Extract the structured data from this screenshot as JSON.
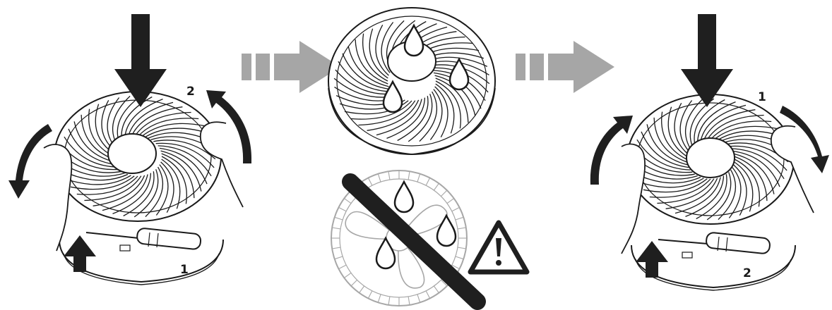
{
  "colors": {
    "ink": "#1a1a1a",
    "arrow_dark": "#1f1f1f",
    "arrow_grey": "#a6a6a6",
    "faded": "#b5b5b5",
    "paper": "#ffffff"
  },
  "icons": {
    "press_arrow": "down-arrow-icon",
    "lift_arrow": "up-arrow-icon",
    "flow_arrow": "right-arrow-icon",
    "rotate_arrow": "curved-arrow-icon",
    "water": "water-drop-icon",
    "warning": "warning-triangle-icon",
    "tool": "screwdriver-icon"
  },
  "panels": {
    "remove": {
      "label_1": "1",
      "label_2": "2"
    },
    "clean": {
      "wash_grille": "grille-with-water",
      "no_wash": "motor-blade-no-water"
    },
    "refit": {
      "label_1": "1",
      "label_2": "2"
    }
  }
}
